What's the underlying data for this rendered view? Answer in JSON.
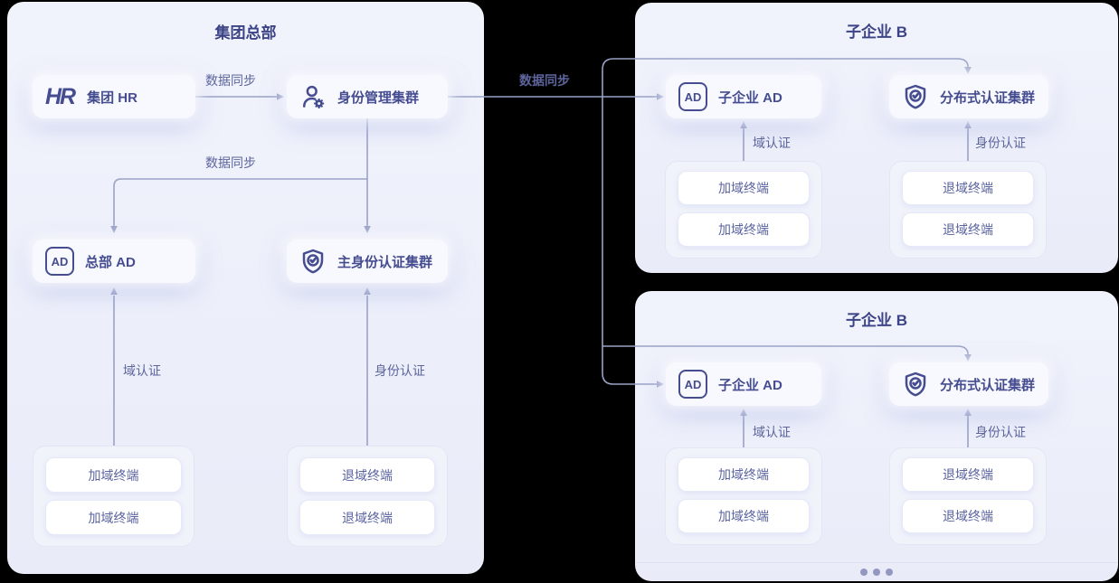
{
  "colors": {
    "background": "#000000",
    "panel": "#edf0fa",
    "accent_text": "#454d90",
    "connector_line": "#9aa2c6",
    "connector_label": "#5d659c"
  },
  "icons": {
    "hr": "hr-logo",
    "identity_manager": "person-gear-icon",
    "active_directory": "active-directory-badge-icon",
    "auth_cluster": "shield-check-icon",
    "more": "ellipsis-dots"
  },
  "hq_panel": {
    "title": "集团总部",
    "nodes": {
      "hr": {
        "icon_text": "HR",
        "label": "集团 HR"
      },
      "idm": {
        "label": "身份管理集群"
      },
      "ad": {
        "icon_text": "AD",
        "label": "总部 AD"
      },
      "auth": {
        "label": "主身份认证集群"
      }
    },
    "edge_labels": {
      "sync_top": "数据同步",
      "sync_mid": "数据同步",
      "domain_auth": "域认证",
      "identity_auth": "身份认证"
    },
    "join_terminals": [
      "加域终端",
      "加域终端"
    ],
    "leave_terminals": [
      "退域终端",
      "退域终端"
    ]
  },
  "trunk": {
    "sync_label": "数据同步"
  },
  "sub_top_panel": {
    "title": "子企业 B",
    "nodes": {
      "ad": {
        "icon_text": "AD",
        "label": "子企业 AD"
      },
      "auth": {
        "label": "分布式认证集群"
      }
    },
    "edge_labels": {
      "domain_auth": "域认证",
      "identity_auth": "身份认证"
    },
    "join_terminals": [
      "加域终端",
      "加域终端"
    ],
    "leave_terminals": [
      "退域终端",
      "退域终端"
    ]
  },
  "sub_bottom_panel": {
    "title": "子企业 B",
    "nodes": {
      "ad": {
        "icon_text": "AD",
        "label": "子企业 AD"
      },
      "auth": {
        "label": "分布式认证集群"
      }
    },
    "edge_labels": {
      "domain_auth": "域认证",
      "identity_auth": "身份认证"
    },
    "join_terminals": [
      "加域终端",
      "加域终端"
    ],
    "leave_terminals": [
      "退域终端",
      "退域终端"
    ],
    "more_dots_count": 3
  }
}
